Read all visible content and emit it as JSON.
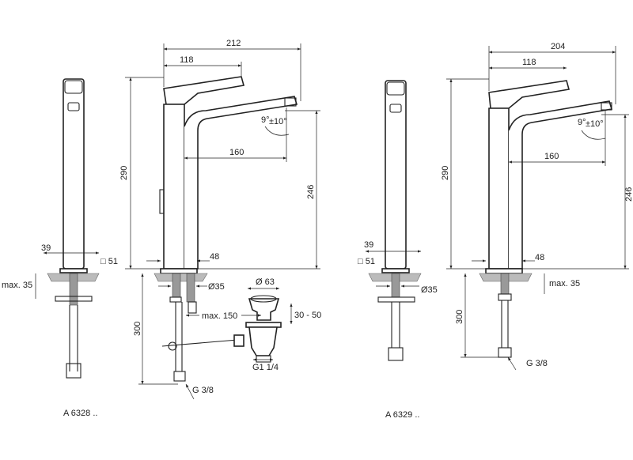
{
  "drawing_a6328": {
    "model": "A 6328 ..",
    "side": {
      "width_39": "39",
      "square_51": "□ 51",
      "max_35": "max. 35"
    },
    "front": {
      "width_212": "212",
      "lever_118": "118",
      "height_290": "290",
      "angle_9": "9°",
      "angle_10": "±10°",
      "reach_160": "160",
      "height_246": "246",
      "base_48": "48",
      "hole_35": "Ø35",
      "depth_300": "300",
      "max_150": "max. 150",
      "waste_63": "Ø 63",
      "range_30_50": "30 - 50",
      "thread_g114": "G1 1/4",
      "thread_g38": "G 3/8"
    }
  },
  "drawing_a6329": {
    "model": "A 6329 ..",
    "side": {
      "width_39": "39",
      "square_51": "□ 51",
      "hole_35": "Ø35"
    },
    "front": {
      "width_204": "204",
      "lever_118": "118",
      "height_290": "290",
      "angle_9": "9°",
      "angle_10": "±10°",
      "reach_160": "160",
      "height_246": "246",
      "base_48": "48",
      "max_35": "max. 35",
      "depth_300": "300",
      "thread_g38": "G 3/8"
    }
  }
}
